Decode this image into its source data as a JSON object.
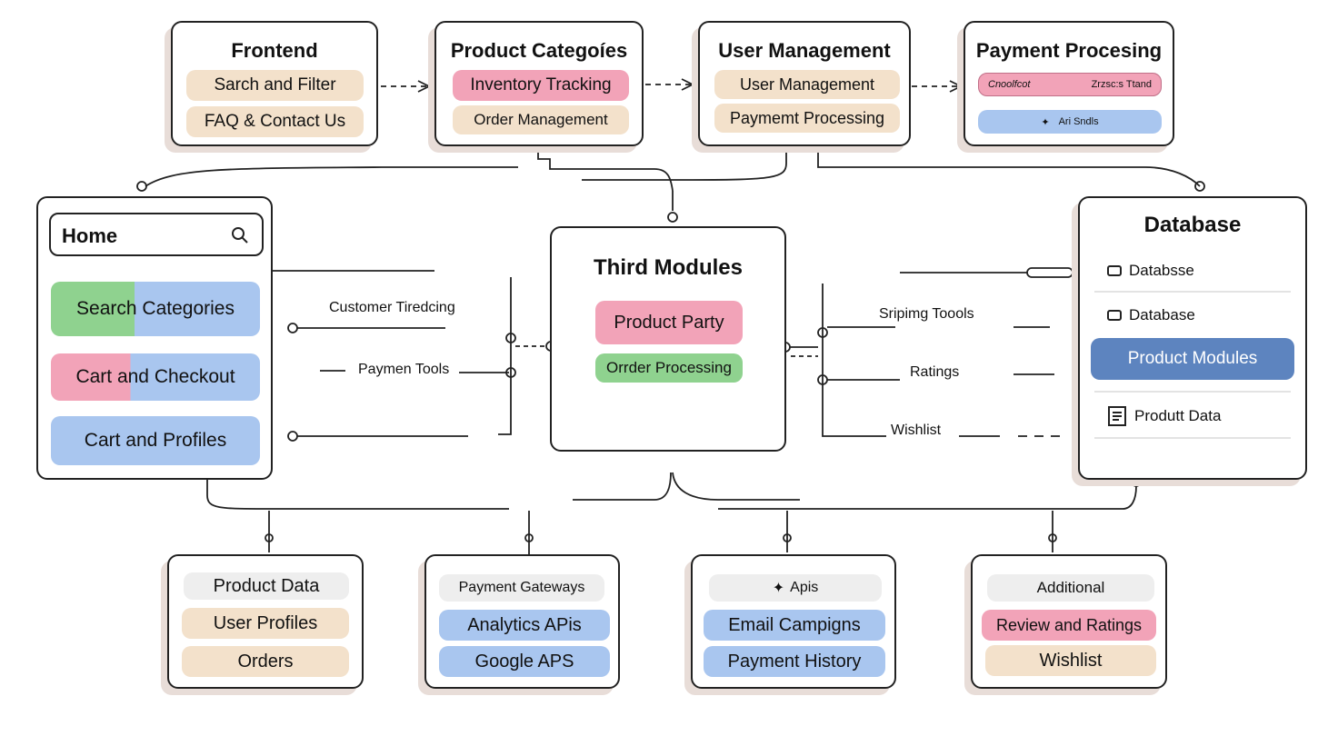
{
  "frontend": {
    "title": "Frontend",
    "items": [
      "Sarch and Filter",
      "FAQ & Contact Us"
    ]
  },
  "product_categories": {
    "title": "Product Categoíes",
    "items": [
      "Inventory Tracking",
      "Order Management"
    ]
  },
  "user_management": {
    "title": "User Management",
    "items": [
      "User Management",
      "Paymemt Processing"
    ]
  },
  "payment_processing": {
    "title": "Payment Procesing",
    "items": [
      "Cnoolfcot",
      "Zrzsc:s Ttand",
      "Ari Sndls"
    ]
  },
  "home": {
    "search_label": "Home",
    "icon": "search-icon",
    "items": [
      "Search Categories",
      "Cart and Checkout",
      "Cart and Profiles"
    ]
  },
  "connector_labels_left": [
    "Customer Tiredcing",
    "Paymen Tools"
  ],
  "third_modules": {
    "title": "Third Modules",
    "items": [
      "Product Party",
      "Orrder Processing"
    ]
  },
  "connector_labels_right": [
    "Sripimg Toools",
    "Ratings",
    "Wishlist"
  ],
  "database": {
    "title": "Database",
    "rows": [
      {
        "label": "Databsse",
        "icon": "database-icon"
      },
      {
        "label": "Database",
        "icon": "database-icon"
      }
    ],
    "highlight": "Product Modules",
    "data_row": {
      "label": "Produtt Data",
      "icon": "document-icon"
    }
  },
  "bottom_boxes": [
    {
      "items": [
        "Product Data",
        "User Profiles",
        "Orders"
      ]
    },
    {
      "items": [
        "Payment Gateways",
        "Analytics APis",
        "Google APS"
      ]
    },
    {
      "items": [
        "Apis",
        "Email Campigns",
        "Payment History"
      ],
      "first_icon": "plus-icon"
    },
    {
      "items": [
        "Additional",
        "Review and Ratings",
        "Wishlist"
      ]
    }
  ],
  "colors": {
    "peach": "#f3e1cb",
    "pink": "#f2a3b8",
    "blue": "#a9c6ef",
    "green": "#8fd28f",
    "navy": "#5d84bf",
    "outline": "#222222"
  }
}
